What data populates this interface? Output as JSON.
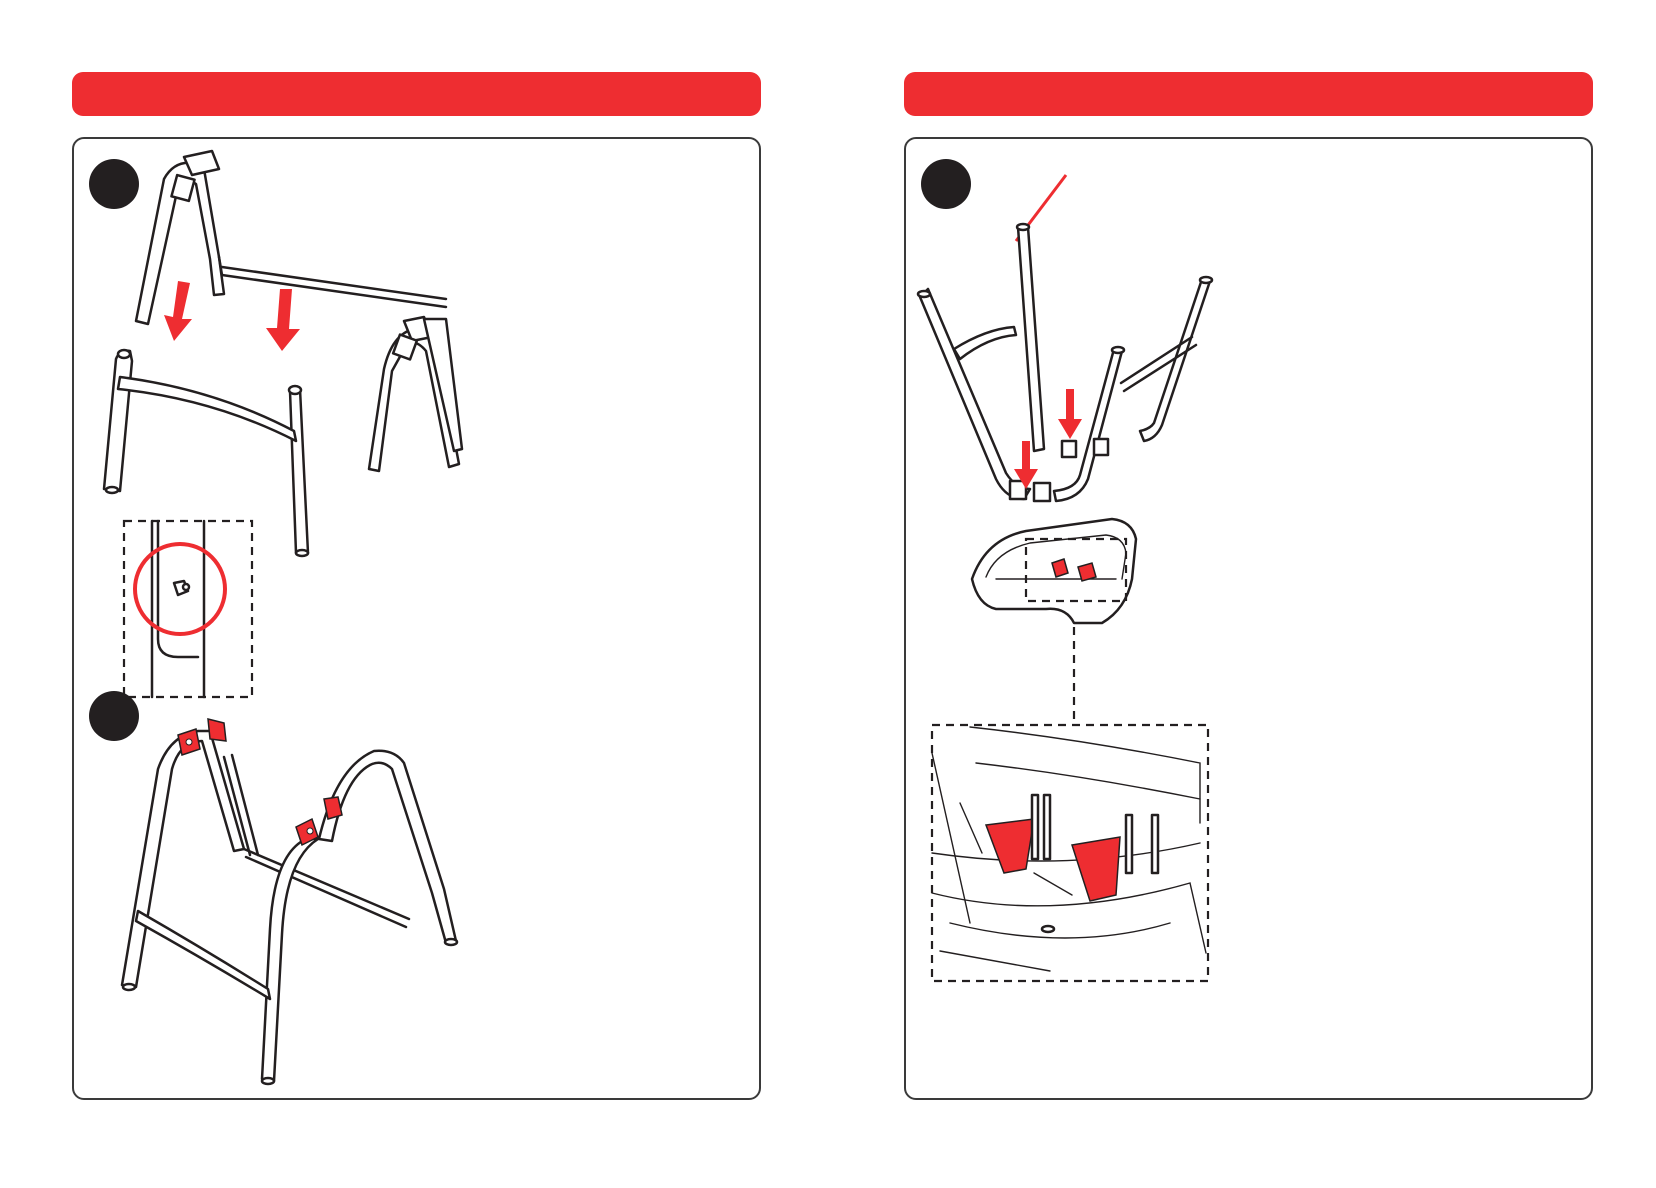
{
  "page": {
    "left_header": "",
    "right_header": ""
  },
  "steps": [
    {
      "number": "",
      "panel": "left"
    },
    {
      "number": "",
      "panel": "left"
    },
    {
      "number": "",
      "panel": "right"
    }
  ],
  "colors": {
    "accent": "#ee2d31",
    "ink": "#231f20",
    "background": "#ffffff"
  },
  "icons": {
    "arrow": "down-arrow-icon",
    "detail_circle": "detail-circle-icon"
  }
}
